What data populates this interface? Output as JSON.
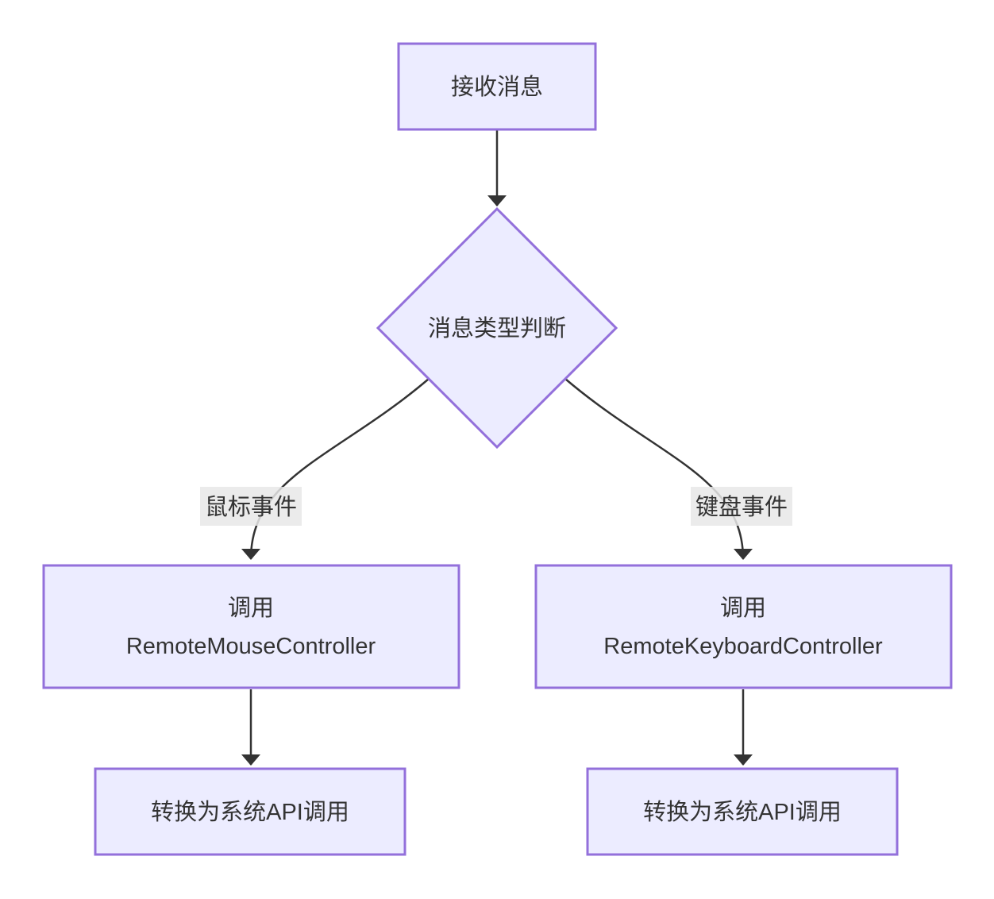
{
  "diagram": {
    "type": "flowchart",
    "direction": "top-down"
  },
  "colors": {
    "background": "#ffffff",
    "node_fill": "#ECECFF",
    "node_border": "#9370DB",
    "line": "#333333",
    "arrowhead": "#333333",
    "edge_label_bg": "#e8e8e8",
    "text": "#333333"
  },
  "nodes": {
    "receive_message": {
      "shape": "rect",
      "label": "接收消息"
    },
    "message_type_decision": {
      "shape": "diamond",
      "label": "消息类型判断"
    },
    "call_remote_mouse_controller": {
      "shape": "rect",
      "label_line1": "调用",
      "label_line2": "RemoteMouseController"
    },
    "call_remote_keyboard_controller": {
      "shape": "rect",
      "label_line1": "调用",
      "label_line2": "RemoteKeyboardController"
    },
    "mouse_to_system_api": {
      "shape": "rect",
      "label": "转换为系统API调用"
    },
    "keyboard_to_system_api": {
      "shape": "rect",
      "label": "转换为系统API调用"
    }
  },
  "edges": [
    {
      "from": "receive_message",
      "to": "message_type_decision",
      "label": ""
    },
    {
      "from": "message_type_decision",
      "to": "call_remote_mouse_controller",
      "label": "鼠标事件"
    },
    {
      "from": "message_type_decision",
      "to": "call_remote_keyboard_controller",
      "label": "键盘事件"
    },
    {
      "from": "call_remote_mouse_controller",
      "to": "mouse_to_system_api",
      "label": ""
    },
    {
      "from": "call_remote_keyboard_controller",
      "to": "keyboard_to_system_api",
      "label": ""
    }
  ]
}
